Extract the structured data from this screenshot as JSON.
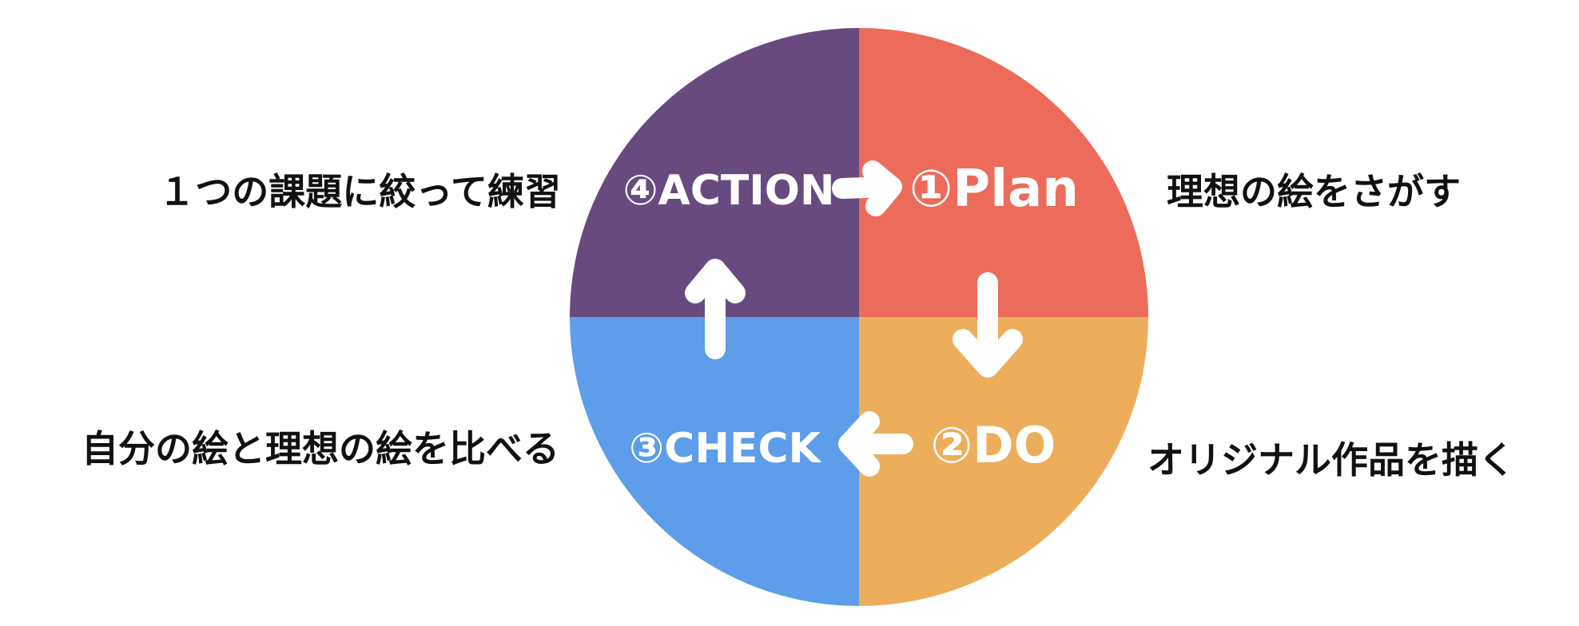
{
  "colors": {
    "plan": "#EC6B5A",
    "do": "#EDAE5B",
    "check": "#5D9DE9",
    "action": "#674B80",
    "arrow": "#ffffff",
    "text": "#111111"
  },
  "stages": {
    "plan": {
      "label": "①Plan",
      "description": "理想の絵をさがす"
    },
    "do": {
      "label": "②DO",
      "description": "オリジナル作品を描く"
    },
    "check": {
      "label": "③CHECK",
      "description": "自分の絵と理想の絵を比べる"
    },
    "action": {
      "label": "④ACTION",
      "description": "１つの課題に絞って練習"
    }
  }
}
